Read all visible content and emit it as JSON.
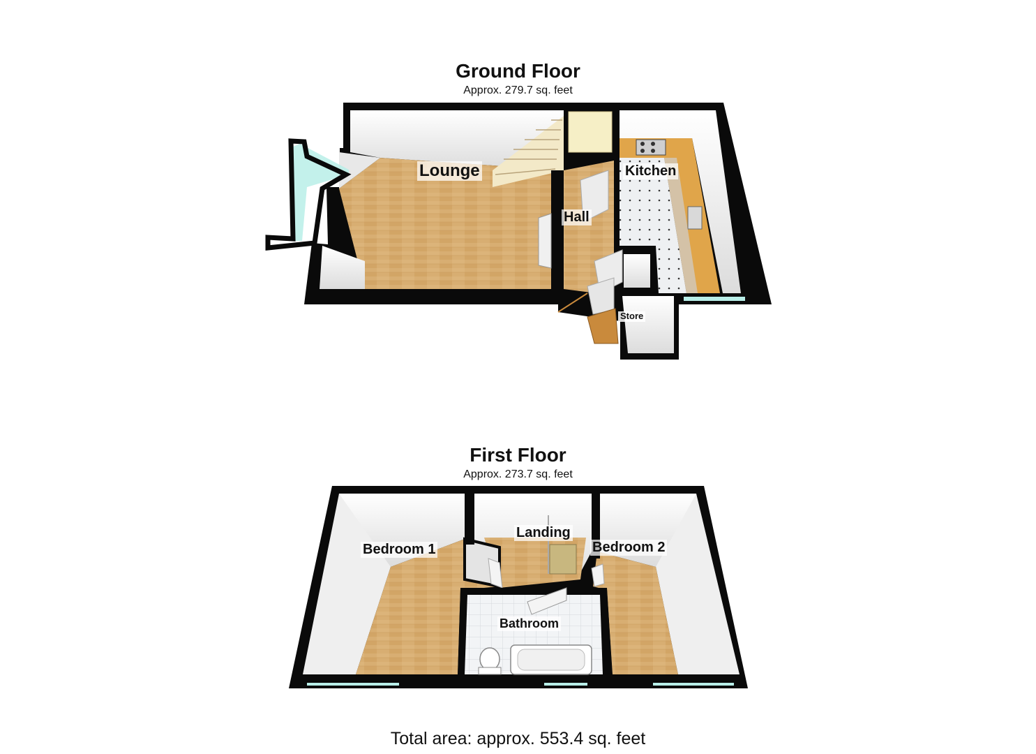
{
  "ground_floor": {
    "title": "Ground Floor",
    "area": "Approx. 279.7 sq. feet",
    "rooms": {
      "lounge": "Lounge",
      "hall": "Hall",
      "kitchen": "Kitchen",
      "store": "Store"
    }
  },
  "first_floor": {
    "title": "First Floor",
    "area": "Approx. 273.7 sq. feet",
    "rooms": {
      "bedroom1": "Bedroom 1",
      "landing": "Landing",
      "bedroom2": "Bedroom 2",
      "bathroom": "Bathroom"
    }
  },
  "total": "Total area: approx. 553.4 sq. feet",
  "colors": {
    "wall": "#0a0a0a",
    "wood_floor": "#d8ae72",
    "tile_floor": "#eef0f2",
    "inner_wall": "#f2f2f2",
    "glass": "#b8eee8",
    "worktop": "#e0a54a"
  }
}
